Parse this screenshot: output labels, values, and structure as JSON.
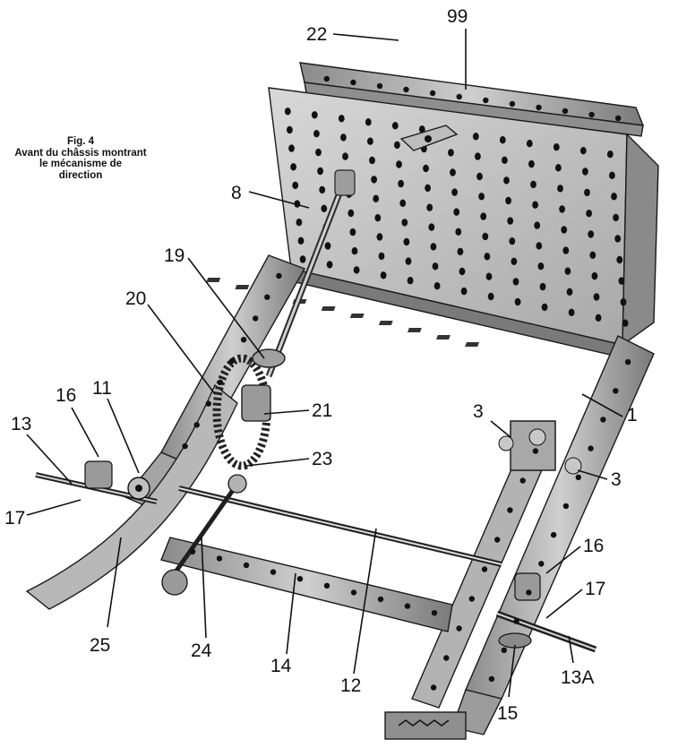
{
  "caption": {
    "fig_number": "Fig. 4",
    "line1": "Avant du châssis montrant",
    "line2": "le mécanisme de",
    "line3": "direction"
  },
  "callouts": {
    "c22": "22",
    "c99": "99",
    "c8": "8",
    "c19": "19",
    "c20": "20",
    "c21": "21",
    "c1": "1",
    "c3a": "3",
    "c3b": "3",
    "c16a": "16",
    "c11": "11",
    "c13": "13",
    "c17a": "17",
    "c23": "23",
    "c16b": "16",
    "c17b": "17",
    "c12": "12",
    "c25": "25",
    "c24": "24",
    "c14": "14",
    "c13a": "13A",
    "c15": "15"
  },
  "colors": {
    "metal_light": "#c9c9c9",
    "metal_mid": "#9a9a9a",
    "metal_dark": "#5e5e5e",
    "ink": "#111111"
  }
}
